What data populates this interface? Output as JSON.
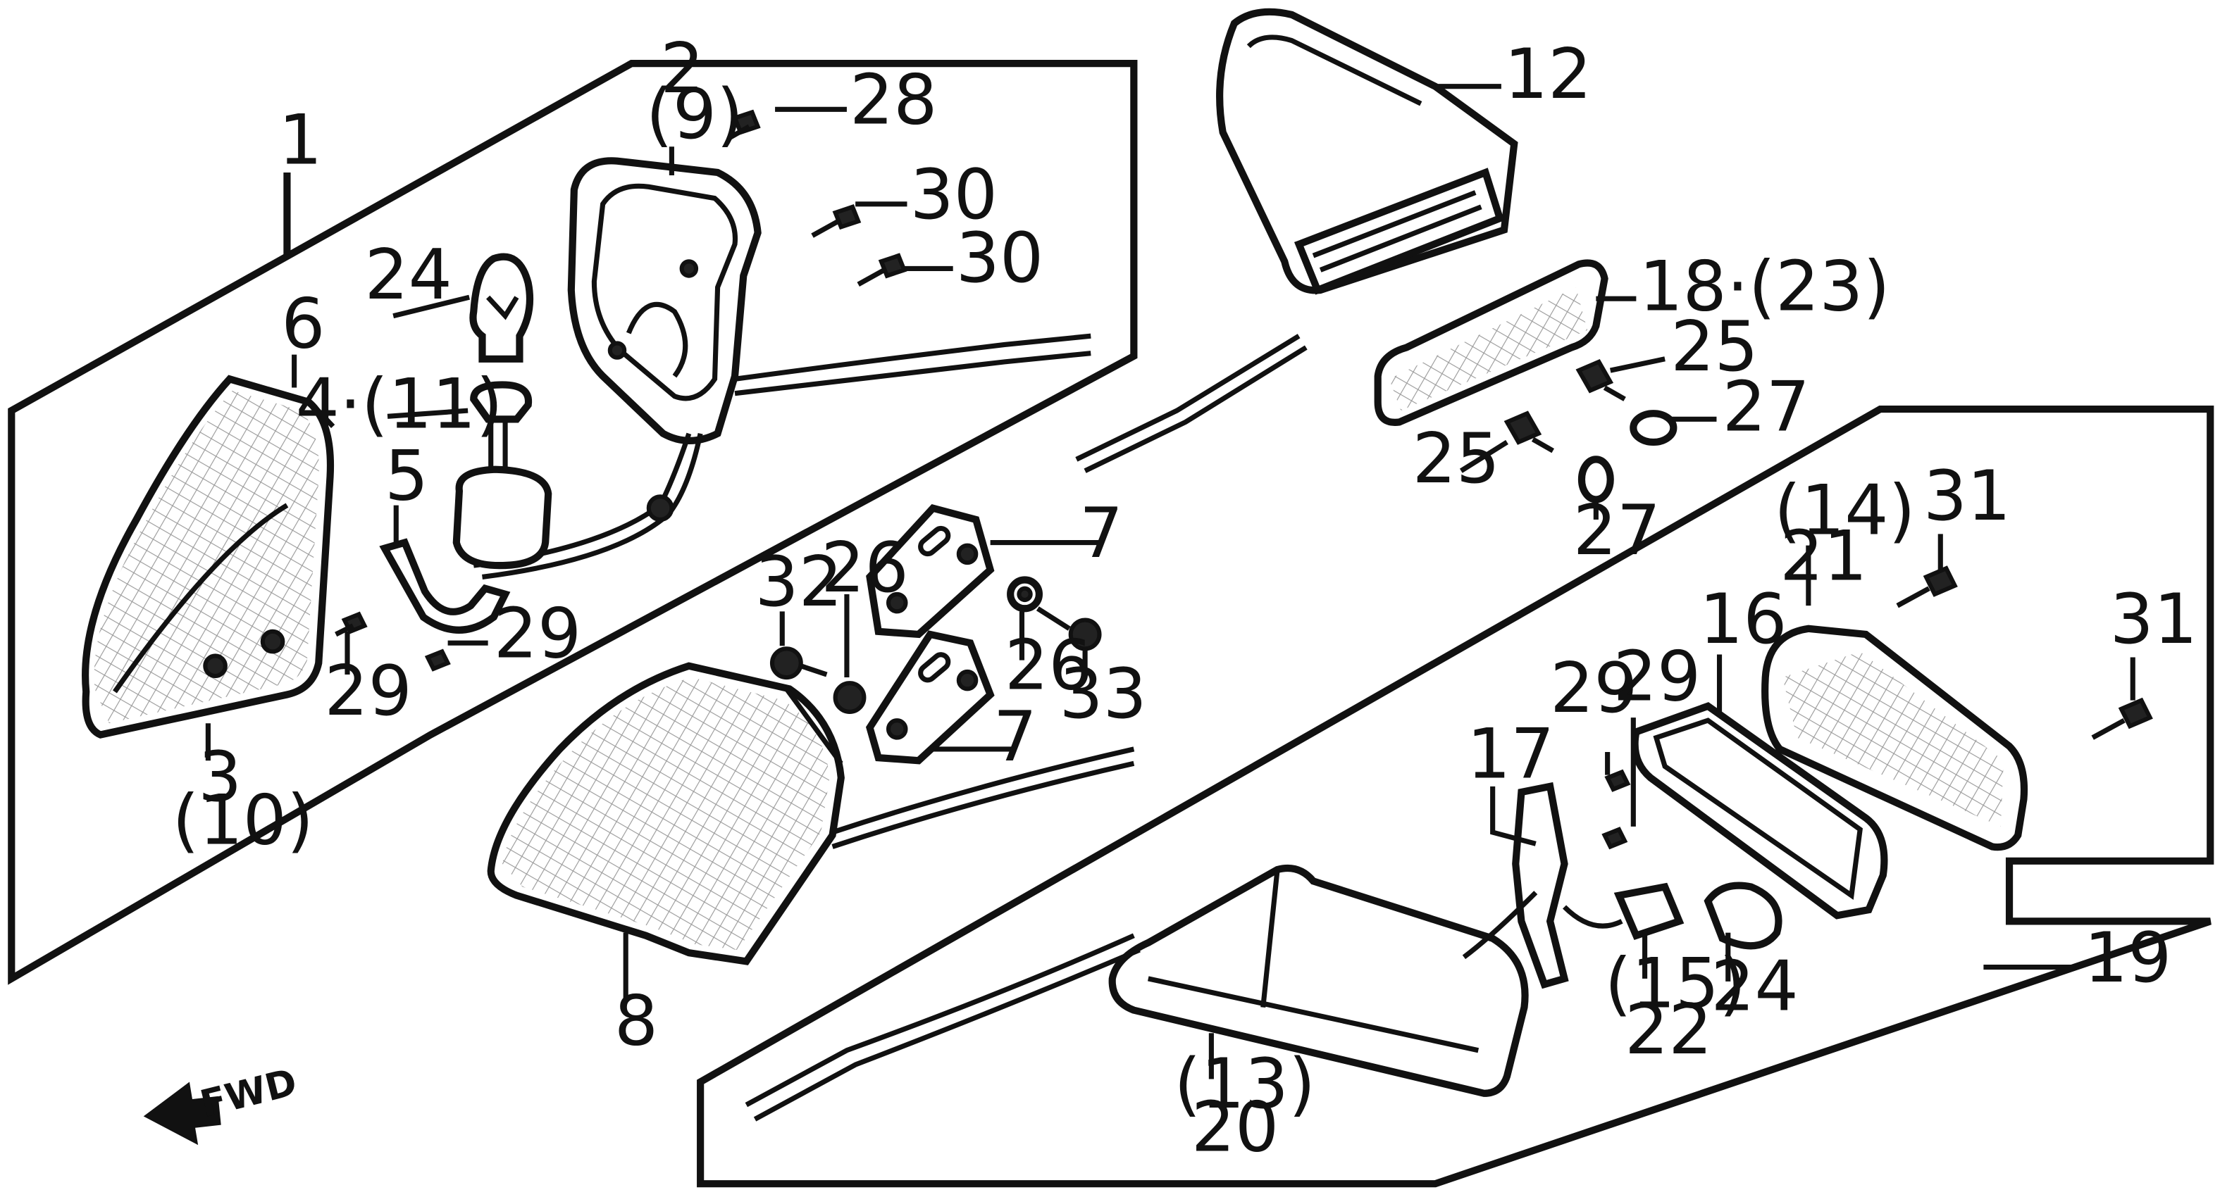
{
  "diagram": {
    "fwd_label": "FWD",
    "callouts": {
      "c1": "1",
      "c2": "2",
      "c2sub": "(9)",
      "c3": "3",
      "c3sub": "(10)",
      "c4": "4·(11)",
      "c5": "5",
      "c6": "6",
      "c7a": "7",
      "c7b": "7",
      "c8": "8",
      "c12": "12",
      "c13": "(13)",
      "c14": "(14)",
      "c15": "(15)",
      "c16": "16",
      "c17": "17",
      "c18": "18·(23)",
      "c19": "19",
      "c20": "20",
      "c21": "21",
      "c22": "22",
      "c24a": "24",
      "c24b": "24",
      "c25a": "25",
      "c25b": "25",
      "c26a": "26",
      "c26b": "26",
      "c27a": "27",
      "c27b": "27",
      "c28": "28",
      "c29a": "29",
      "c29b": "29",
      "c29c": "29",
      "c29d": "29",
      "c30a": "30",
      "c30b": "30",
      "c31a": "31",
      "c31b": "31",
      "c32": "32",
      "c33": "33"
    }
  }
}
